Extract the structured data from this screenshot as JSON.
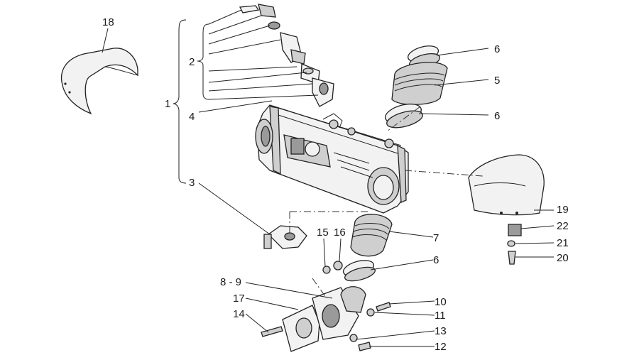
{
  "labels": {
    "l1": "1",
    "l2": "2",
    "l3": "3",
    "l4": "4",
    "l5": "5",
    "l6a": "6",
    "l6b": "6",
    "l6c": "6",
    "l7": "7",
    "l89": "8 - 9",
    "l10": "10",
    "l11": "11",
    "l12": "12",
    "l13": "13",
    "l14": "14",
    "l15": "15",
    "l16": "16",
    "l17": "17",
    "l18": "18",
    "l19": "19",
    "l20": "20",
    "l21": "21",
    "l22": "22"
  }
}
